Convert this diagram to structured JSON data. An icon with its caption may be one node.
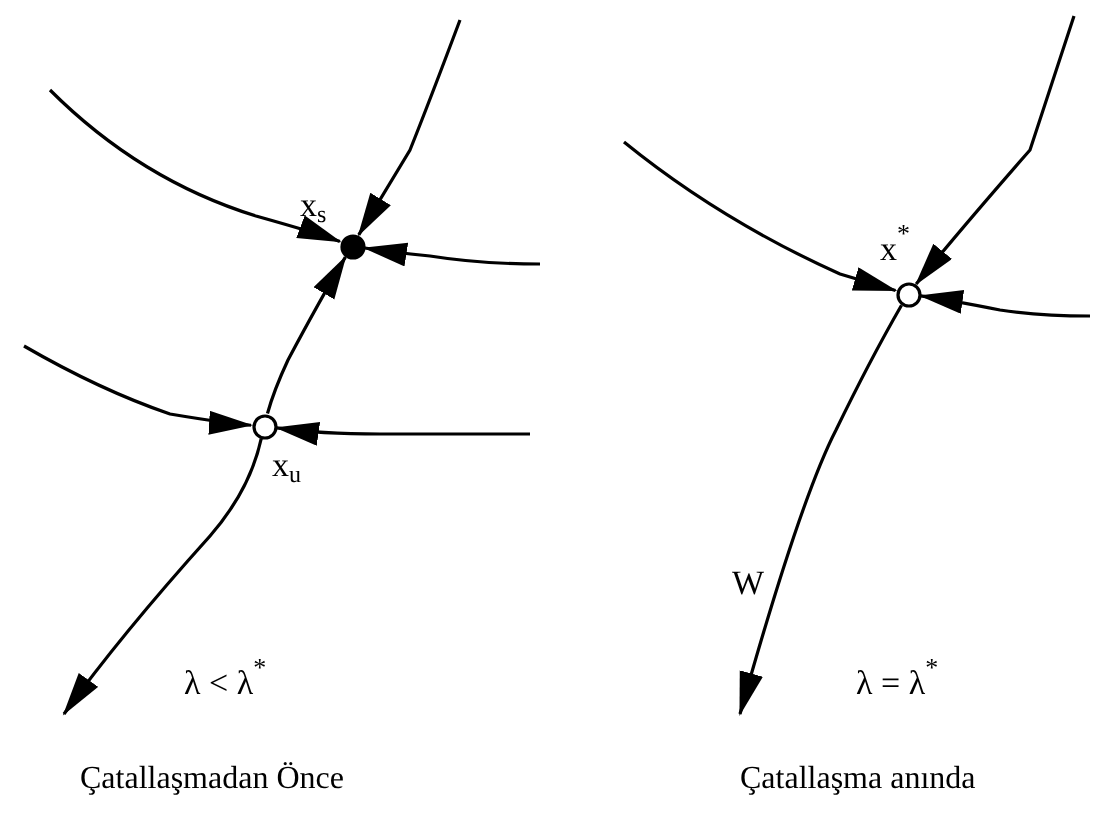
{
  "diagram": {
    "nodes": [
      {
        "text": [],
        "shape": "circle",
        "beside": [
          "x$_{s}$"
        ]
      },
      {
        "text": [],
        "shape": "circle",
        "beside": [
          "x$_{u}$"
        ]
      },
      {
        "text": [],
        "shape": "circle",
        "beside": [
          "x$^{*}$"
        ]
      }
    ],
    "edges": [
      {
        "from": null,
        "to": 0,
        "arrow": "to"
      },
      {
        "from": null,
        "to": 0,
        "arrow": "to"
      },
      {
        "from": null,
        "to": 0,
        "arrow": "to"
      },
      {
        "from": 1,
        "to": 0,
        "arrow": "to"
      },
      {
        "from": null,
        "to": 1,
        "arrow": "to"
      },
      {
        "from": null,
        "to": 1,
        "arrow": "to"
      },
      {
        "from": 1,
        "to": null,
        "arrow": "to"
      },
      {
        "from": null,
        "to": 2,
        "arrow": "to"
      },
      {
        "from": null,
        "to": 2,
        "arrow": "to"
      },
      {
        "from": null,
        "to": 2,
        "arrow": "to"
      },
      {
        "from": 2,
        "to": null,
        "arrow": "to"
      }
    ],
    "labels": [
      "λ < λ$^{*}$",
      "W",
      "λ = λ$^{*}$",
      "Çatallaşmadan Önce",
      "Çatallaşma anında"
    ]
  }
}
